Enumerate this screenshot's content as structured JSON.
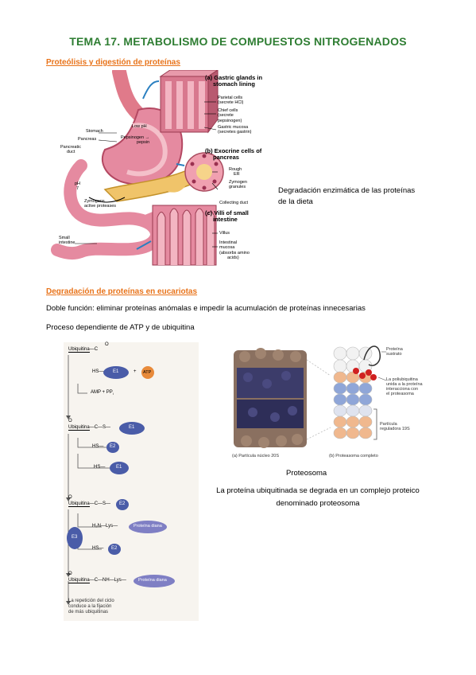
{
  "title": "TEMA 17. METABOLISMO DE COMPUESTOS NITROGENADOS",
  "section1": {
    "heading": "Proteólisis y digestión de proteínas",
    "caption": [
      "Degradación enzimática de las proteínas",
      "de la dieta"
    ],
    "figure": {
      "a_title": [
        "(a) Gastric glands in",
        "stomach lining"
      ],
      "a_labels": [
        "Parietal cells",
        "(secrete HCl)",
        "Chief cells",
        "(secrete",
        "pepsinogen)",
        "Gastric mucosa",
        "(secretes gastrin)"
      ],
      "left_labels": [
        "Stomach",
        "Pancreas",
        "Pancreatic",
        "duct",
        "pH",
        "7",
        "Zymogens",
        "active proteases",
        "Small",
        "intestine"
      ],
      "mid_labels": [
        "Low pH",
        "Pepsinogen",
        "pepsin"
      ],
      "b_title": [
        "(b) Exocrine cells of",
        "pancreas"
      ],
      "b_labels": [
        "Rough",
        "ER",
        "Zymogen",
        "granules",
        "Collecting duct"
      ],
      "c_title": [
        "(c) Villi of small",
        "intestine"
      ],
      "c_labels": [
        "Villus",
        "Intestinal",
        "mucosa",
        "(absorbs amino",
        "acids)"
      ]
    }
  },
  "section2": {
    "heading": "Degradación de proteínas en eucariotas",
    "line1": "Doble función: eliminar proteínas anómalas e impedir la acumulación de proteínas innecesarias",
    "line2": "Proceso dependiente de ATP y de ubiquitina",
    "ubiq": {
      "ubiquitina": "Ubiquitina",
      "E1": "E1",
      "E2": "E2",
      "E3": "E3",
      "ATP": "ATP",
      "amp": "AMP + PP",
      "HS": "HS",
      "S": "S",
      "C": "C",
      "O": "O",
      "lys": "H₂N—Lys",
      "lys2": "NH—Lys",
      "diana": "Proteína diana",
      "note": [
        "La repetición del ciclo",
        "conduce a la fijación",
        "de más ubiquitinas"
      ]
    },
    "proteasome": {
      "sub_a": "(a) Partícula núcleo 20S",
      "sub_b": "(b) Proteasoma completo",
      "lbl_sustrato": [
        "Proteína",
        "sustrato"
      ],
      "lbl_poli": [
        "La poliubiquitina",
        "unida a la proteína",
        "interacciona con",
        "el proteasoma"
      ],
      "lbl_reg": [
        "Partícula",
        "reguladora 19S"
      ],
      "caption": "Proteosoma",
      "caption2": [
        "La proteína ubiquitinada se degrada en un complejo proteico",
        "denominado proteosoma"
      ]
    }
  }
}
